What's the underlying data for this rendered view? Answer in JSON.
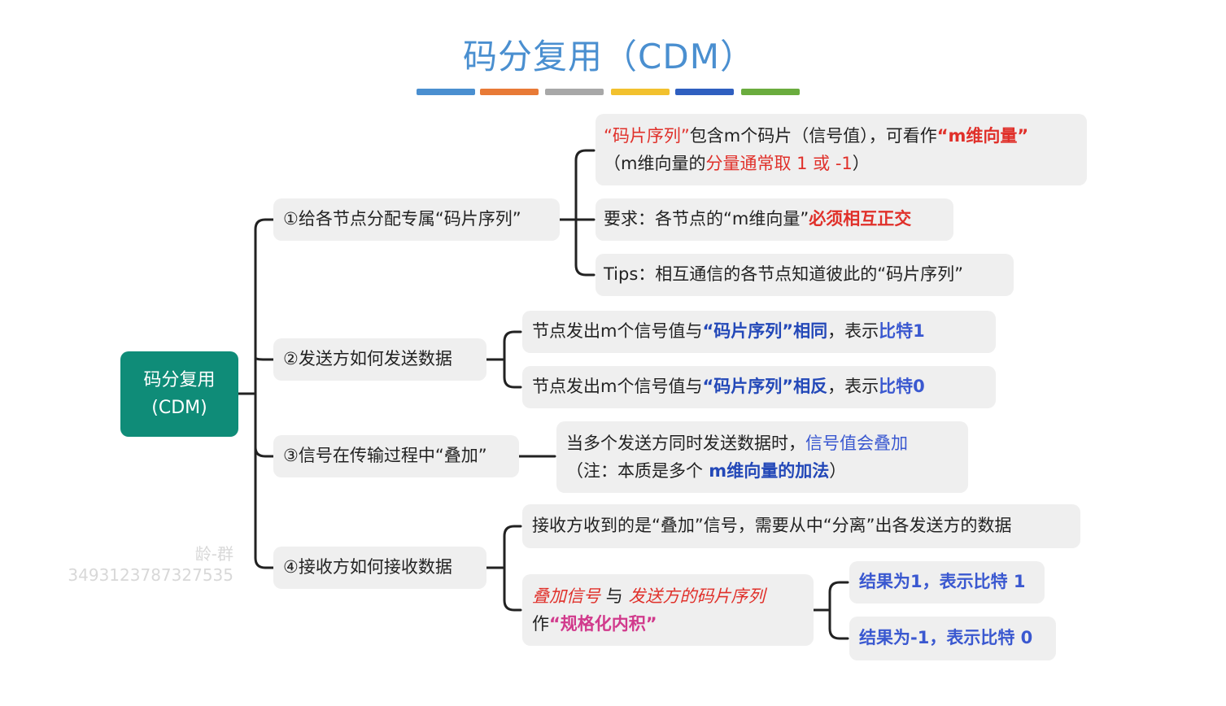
{
  "title": "码分复用（CDM）",
  "stripes": [
    "#4a8fd0",
    "#e87a36",
    "#a8a8a8",
    "#f2c12e",
    "#2f5fc0",
    "#6aac3e"
  ],
  "root": {
    "line1": "码分复用",
    "line2": "(CDM)"
  },
  "watermark": {
    "line1": "龄-群",
    "line2": "3493123787327535"
  },
  "branch1": {
    "label": "①给各节点分配专属“码片序列”",
    "c1": {
      "q1": "“码片序列”",
      "t1": "包含m个码片（信号值），可看作",
      "q2": "“m维向量”",
      "t2": "（m维向量的",
      "r1": "分量通常取 1 或 -1",
      "t3": "）"
    },
    "c2": {
      "t1": "要求：各节点的“m维向量”",
      "r1": "必须相互正交"
    },
    "c3": {
      "t1": "Tips：相互通信的各节点知道彼此的“码片序列”"
    }
  },
  "branch2": {
    "label": "②发送方如何发送数据",
    "c1": {
      "t1": "节点发出m个信号值与",
      "b1": "“码片序列”相同",
      "t2": "，表示",
      "b2": "比特1"
    },
    "c2": {
      "t1": "节点发出m个信号值与",
      "b1": "“码片序列”相反",
      "t2": "，表示",
      "b2": "比特0"
    }
  },
  "branch3": {
    "label": "③信号在传输过程中“叠加”",
    "c1": {
      "t1": "当多个发送方同时发送数据时，",
      "b1": "信号值会叠加",
      "t2": "（注：本质是多个",
      "b2": " m维向量的加法",
      "t3": "）"
    }
  },
  "branch4": {
    "label": "④接收方如何接收数据",
    "c1": {
      "t1": "接收方收到的是“叠加”信号，需要从中“分离”出各发送方的数据"
    },
    "c2": {
      "r1": "叠加信号",
      "t1": " 与 ",
      "r2": "发送方的码片序列",
      "t2": "作",
      "m1": "“规格化内积”"
    },
    "c3": {
      "b1": "结果为1，表示比特 1"
    },
    "c4": {
      "b1": "结果为-1，表示比特 0"
    }
  }
}
